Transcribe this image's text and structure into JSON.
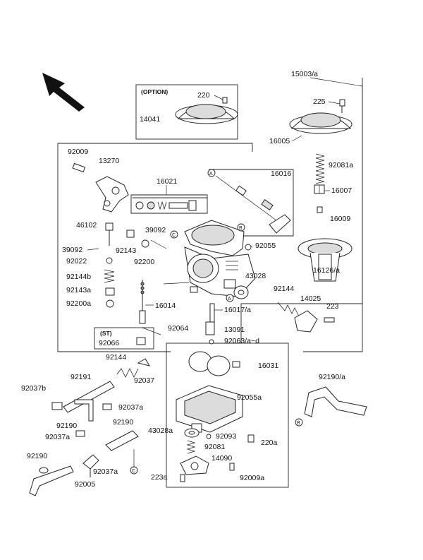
{
  "option_box": {
    "title": "(OPTION)",
    "part": "14041",
    "screw": "220"
  },
  "st_box": {
    "title": "(ST)",
    "part": "92066"
  },
  "labels": {
    "l15003a": "15003/a",
    "l225": "225",
    "l16005": "16005",
    "l92081a": "92081a",
    "l16007": "16007",
    "l16009": "16009",
    "l92009": "92009",
    "l13270": "13270",
    "l16021": "16021",
    "l16016": "16016",
    "l46102": "46102",
    "l39092a": "39092",
    "l39092b": "39092",
    "l92143": "92143",
    "l92200": "92200",
    "l92022": "92022",
    "l92144b": "92144b",
    "l92143a": "92143a",
    "l92200a": "92200a",
    "l92055": "92055",
    "l16126a": "16126/a",
    "l43028": "43028",
    "l92144a": "92144",
    "l14025": "14025",
    "l223": "223",
    "l16014": "16014",
    "l16017a": "16017/a",
    "l13091": "13091",
    "l92064": "92064",
    "l92063ad": "92063/a~d",
    "l92144b2": "92144",
    "l16031": "16031",
    "l92191": "92191",
    "l92037": "92037",
    "l92037b": "92037b",
    "l92037a1": "92037a",
    "l92037a2": "92037a",
    "l92190a": "92190/a",
    "l92190b": "92190",
    "l92190c": "92190",
    "l92190d": "92190",
    "l92055a": "92055a",
    "l43028a": "43028a",
    "l92093": "92093",
    "l92081": "92081",
    "l220a": "220a",
    "l14090": "14090",
    "l92037a3": "92037a",
    "l92005": "92005",
    "l223a": "223a",
    "l92009a": "92009a"
  },
  "connectors": {
    "A": "A",
    "B": "B",
    "C": "C"
  }
}
